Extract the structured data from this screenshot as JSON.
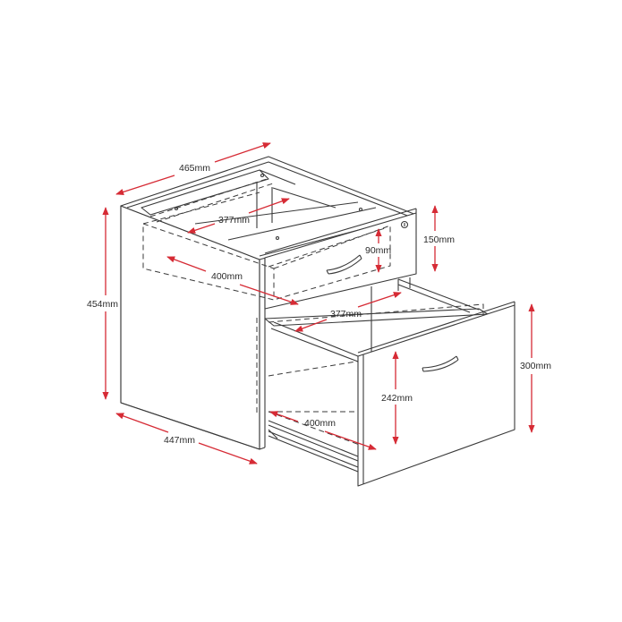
{
  "diagram": {
    "subject": "Mobile pedestal with two drawers - dimension drawing",
    "colors": {
      "outline": "#3a3a3a",
      "dimension": "#d62b35",
      "background": "#ffffff"
    },
    "dimensions": {
      "overall_width": "465mm",
      "overall_height": "454mm",
      "overall_depth": "447mm",
      "top_drawer_internal_width": "377mm",
      "top_drawer_internal_depth": "400mm",
      "top_drawer_internal_height": "90mm",
      "top_drawer_front_height": "150mm",
      "bottom_drawer_internal_width": "377mm",
      "bottom_drawer_internal_depth": "400mm",
      "bottom_drawer_internal_height": "242mm",
      "bottom_drawer_front_height": "300mm"
    },
    "icons": [
      "lock-icon",
      "handle-icon"
    ]
  }
}
